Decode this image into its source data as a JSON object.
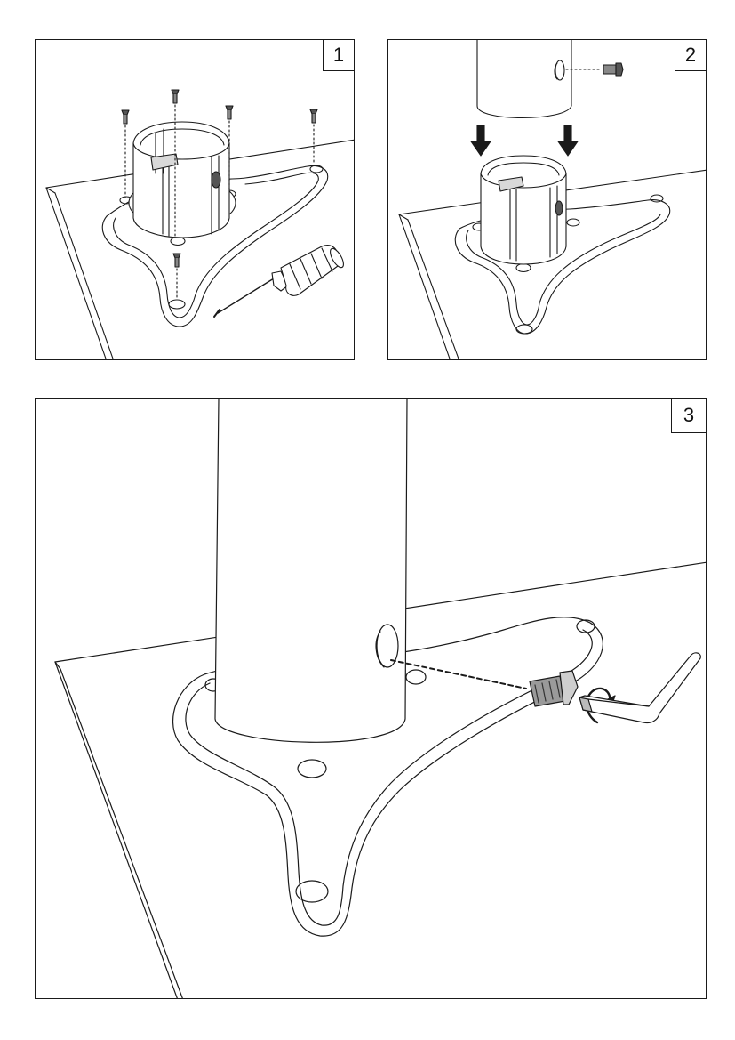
{
  "steps": [
    {
      "number": "1"
    },
    {
      "number": "2"
    },
    {
      "number": "3"
    }
  ],
  "colors": {
    "line": "#1a1a1a",
    "fill": "#ffffff",
    "shade": "#d9d9d9",
    "dark": "#555555"
  },
  "icons": [
    "screw-icon",
    "screwdriver-icon",
    "down-arrow-icon",
    "bolt-icon",
    "hex-key-icon",
    "rotate-arrow-icon"
  ]
}
